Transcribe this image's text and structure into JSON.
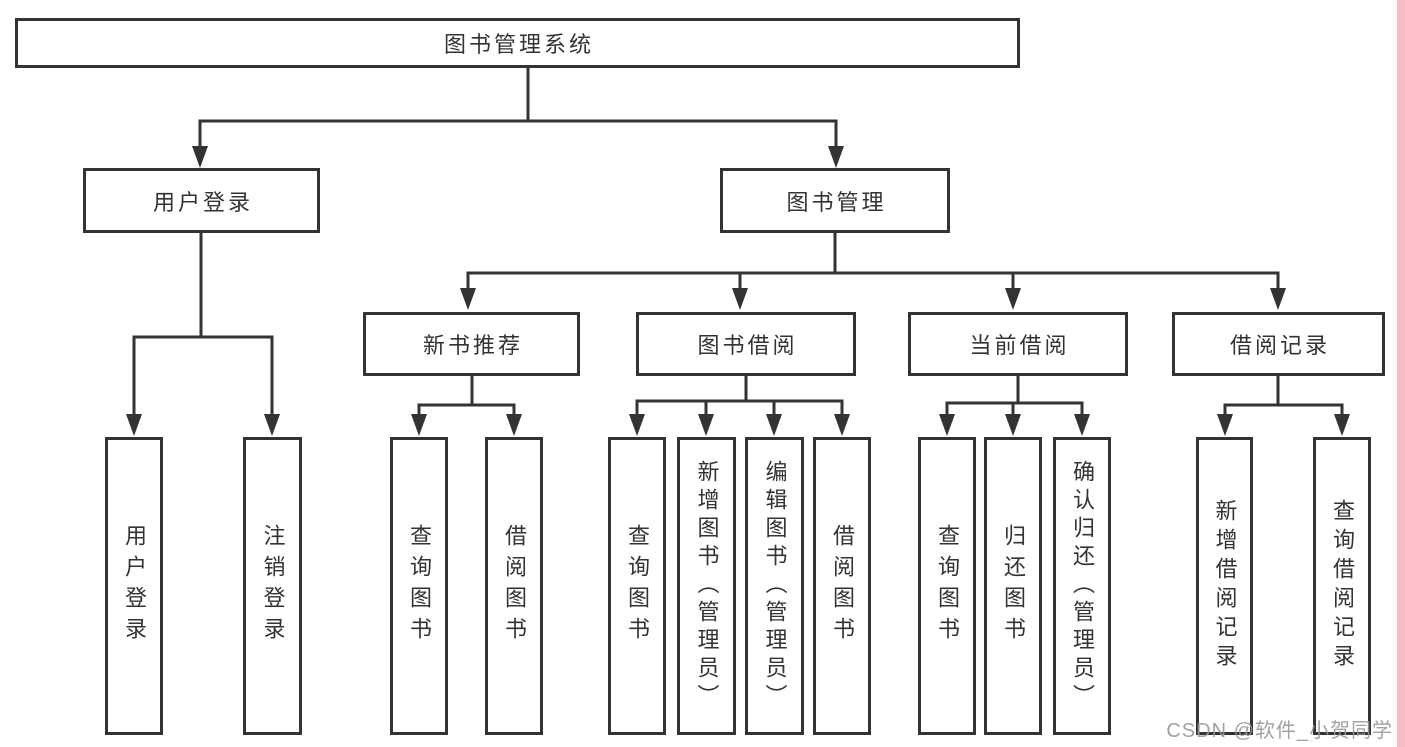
{
  "colors": {
    "line": "#333333",
    "box_border": "#333333",
    "text": "#333333",
    "watermark": "#989898",
    "side_strip": "#f2bfc4",
    "background": "#ffffff"
  },
  "watermark": {
    "text": "CSDN @软件_小贺同学"
  },
  "diagram": {
    "root": {
      "label": "图书管理系统"
    },
    "level2": {
      "user_login": {
        "label": "用户登录"
      },
      "book_mgmt": {
        "label": "图书管理"
      }
    },
    "level3": {
      "new_book_recommend": {
        "label": "新书推荐"
      },
      "book_borrow": {
        "label": "图书借阅"
      },
      "current_borrow": {
        "label": "当前借阅"
      },
      "borrow_record": {
        "label": "借阅记录"
      }
    },
    "leaves": {
      "user_login_login": {
        "label": "用户登录"
      },
      "user_login_logout": {
        "label": "注销登录"
      },
      "recommend_query_book": {
        "label": "查询图书"
      },
      "recommend_borrow_book": {
        "label": "借阅图书"
      },
      "borrow_query_book": {
        "label": "查询图书"
      },
      "borrow_add_book": {
        "label": "新增图书（管理员）"
      },
      "borrow_edit_book": {
        "label": "编辑图书（管理员）"
      },
      "borrow_borrow_book": {
        "label": "借阅图书"
      },
      "current_query_book": {
        "label": "查询图书"
      },
      "current_return_book": {
        "label": "归还图书"
      },
      "current_confirm_return": {
        "label": "确认归还（管理员）"
      },
      "record_add_record": {
        "label": "新增借阅记录"
      },
      "record_query_record": {
        "label": "查询借阅记录"
      }
    }
  }
}
